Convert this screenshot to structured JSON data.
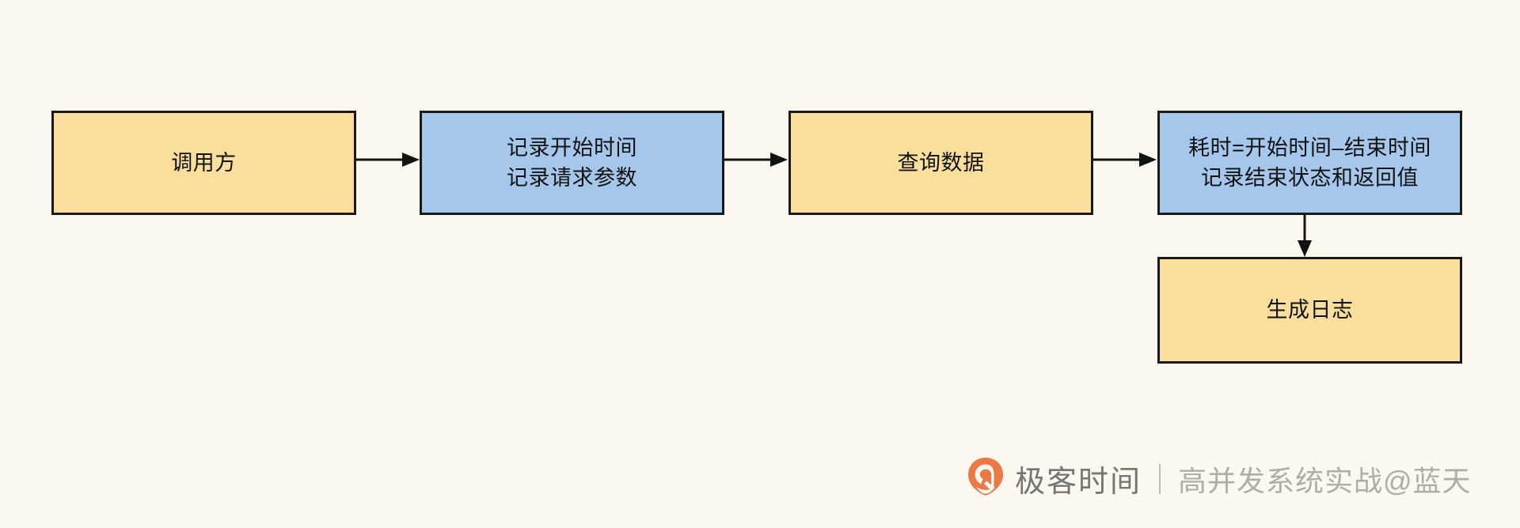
{
  "diagram": {
    "type": "flowchart",
    "background_color": "#FBF8EF",
    "colors": {
      "node_yellow": "#FADF9C",
      "node_blue": "#A6C7EC",
      "stroke": "#1a1a1a",
      "text": "#121212",
      "logo_orange": "#E8703A"
    },
    "nodes": [
      {
        "id": "caller",
        "fill": "yellow",
        "lines": [
          "调用方"
        ]
      },
      {
        "id": "record",
        "fill": "blue",
        "lines": [
          "记录开始时间",
          "记录请求参数"
        ]
      },
      {
        "id": "query",
        "fill": "yellow",
        "lines": [
          "查询数据"
        ]
      },
      {
        "id": "elapsed",
        "fill": "blue",
        "lines": [
          "耗时=开始时间–结束时间",
          "记录结束状态和返回值"
        ]
      },
      {
        "id": "log",
        "fill": "yellow",
        "lines": [
          "生成日志"
        ]
      }
    ],
    "edges": [
      {
        "id": "caller-record",
        "from": "caller",
        "to": "record",
        "direction": "right"
      },
      {
        "id": "record-query",
        "from": "record",
        "to": "query",
        "direction": "right"
      },
      {
        "id": "query-elapsed",
        "from": "query",
        "to": "elapsed",
        "direction": "right"
      },
      {
        "id": "elapsed-log",
        "from": "elapsed",
        "to": "log",
        "direction": "down"
      }
    ]
  },
  "watermark": {
    "logo_icon": "geektime-logo-icon",
    "brand": "极客时间",
    "separator": "|",
    "course": "高并发系统实战@蓝天"
  }
}
